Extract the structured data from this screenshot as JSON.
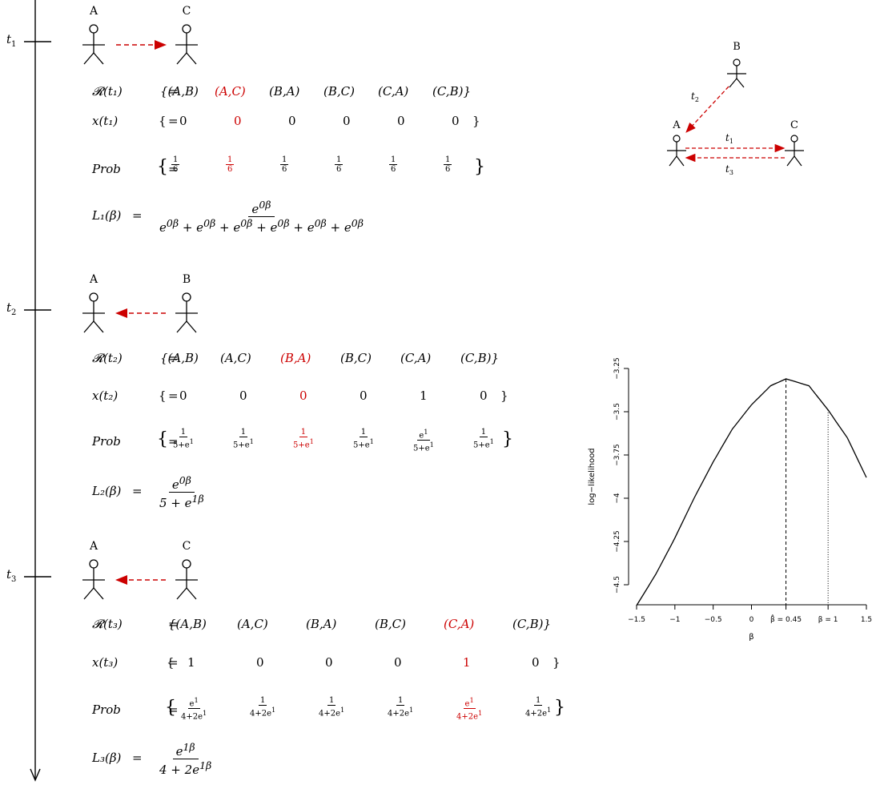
{
  "timeline": {
    "ticks": [
      {
        "label": "t",
        "sub": "1"
      },
      {
        "label": "t",
        "sub": "2"
      },
      {
        "label": "t",
        "sub": "3"
      }
    ]
  },
  "steps": [
    {
      "sender": "A",
      "receiver": "C",
      "arrow": "right",
      "risk_set": {
        "lhs": "𝓡(t₁)",
        "items": [
          "(A,B)",
          "(A,C)",
          "(B,A)",
          "(B,C)",
          "(C,A)",
          "(C,B)"
        ],
        "highlight": 1
      },
      "x": {
        "lhs": "x(t₁)",
        "values": [
          "0",
          "0",
          "0",
          "0",
          "0",
          "0"
        ]
      },
      "prob": {
        "lhs": "Prob",
        "values": [
          {
            "num": "1",
            "den": "6"
          },
          {
            "num": "1",
            "den": "6"
          },
          {
            "num": "1",
            "den": "6"
          },
          {
            "num": "1",
            "den": "6"
          },
          {
            "num": "1",
            "den": "6"
          },
          {
            "num": "1",
            "den": "6"
          }
        ]
      },
      "likelihood": {
        "lhs": "L₁(β)",
        "num": "e^{0β}",
        "den": "e^{0β} + e^{0β} + e^{0β} + e^{0β} + e^{0β} + e^{0β}"
      }
    },
    {
      "sender": "A",
      "receiver": "B",
      "arrow": "left",
      "risk_set": {
        "lhs": "𝓡(t₂)",
        "items": [
          "(A,B)",
          "(A,C)",
          "(B,A)",
          "(B,C)",
          "(C,A)",
          "(C,B)"
        ],
        "highlight": 2
      },
      "x": {
        "lhs": "x(t₂)",
        "values": [
          "0",
          "0",
          "0",
          "0",
          "1",
          "0"
        ]
      },
      "prob": {
        "lhs": "Prob",
        "values": [
          {
            "num": "1",
            "den": "5+e^1"
          },
          {
            "num": "1",
            "den": "5+e^1"
          },
          {
            "num": "1",
            "den": "5+e^1"
          },
          {
            "num": "1",
            "den": "5+e^1"
          },
          {
            "num": "e^1",
            "den": "5+e^1"
          },
          {
            "num": "1",
            "den": "5+e^1"
          }
        ]
      },
      "likelihood": {
        "lhs": "L₂(β)",
        "num": "e^{0β}",
        "den": "5 + e^{1β}"
      }
    },
    {
      "sender": "A",
      "receiver": "C",
      "arrow": "left",
      "risk_set": {
        "lhs": "𝓡(t₃)",
        "items": [
          "(A,B)",
          "(A,C)",
          "(B,A)",
          "(B,C)",
          "(C,A)",
          "(C,B)"
        ],
        "highlight": 4
      },
      "x": {
        "lhs": "x(t₃)",
        "values": [
          "1",
          "0",
          "0",
          "0",
          "1",
          "0"
        ]
      },
      "prob": {
        "lhs": "Prob",
        "values": [
          {
            "num": "e^1",
            "den": "4+2e^1"
          },
          {
            "num": "1",
            "den": "4+2e^1"
          },
          {
            "num": "1",
            "den": "4+2e^1"
          },
          {
            "num": "1",
            "den": "4+2e^1"
          },
          {
            "num": "e^1",
            "den": "4+2e^1"
          },
          {
            "num": "1",
            "den": "4+2e^1"
          }
        ]
      },
      "likelihood": {
        "lhs": "L₃(β)",
        "num": "e^{1β}",
        "den": "4 + 2e^{1β}"
      }
    }
  ],
  "network": {
    "nodes": [
      "A",
      "B",
      "C"
    ],
    "edge_labels": [
      {
        "label": "t",
        "sub": "1"
      },
      {
        "label": "t",
        "sub": "2"
      },
      {
        "label": "t",
        "sub": "3"
      }
    ]
  },
  "chart_data": {
    "type": "line",
    "xlabel": "β",
    "ylabel": "log−likelihood",
    "xlim": [
      -1.5,
      1.5
    ],
    "ylim": [
      -4.5,
      -3.25
    ],
    "x_ticks": [
      "−1.5",
      "−1",
      "−0.5",
      "0",
      "β̂ = 0.45",
      "β = 1",
      "1.5"
    ],
    "y_ticks": [
      "−4.5",
      "−4.25",
      "−4",
      "−3.75",
      "−3.5",
      "−3.25"
    ],
    "vlines": [
      {
        "x": 0.45,
        "style": "dashed"
      },
      {
        "x": 1,
        "style": "dotted"
      }
    ],
    "series": [
      {
        "x": [
          -1.5,
          -1.25,
          -1,
          -0.75,
          -0.5,
          -0.25,
          0,
          0.25,
          0.45,
          0.75,
          1,
          1.25,
          1.5
        ],
        "y": [
          -4.62,
          -4.44,
          -4.23,
          -4.0,
          -3.79,
          -3.6,
          -3.46,
          -3.35,
          -3.31,
          -3.35,
          -3.49,
          -3.65,
          -3.88
        ]
      }
    ]
  },
  "colors": {
    "highlight": "#cc0000",
    "arrow": "#cc0000",
    "ink": "#000000"
  }
}
